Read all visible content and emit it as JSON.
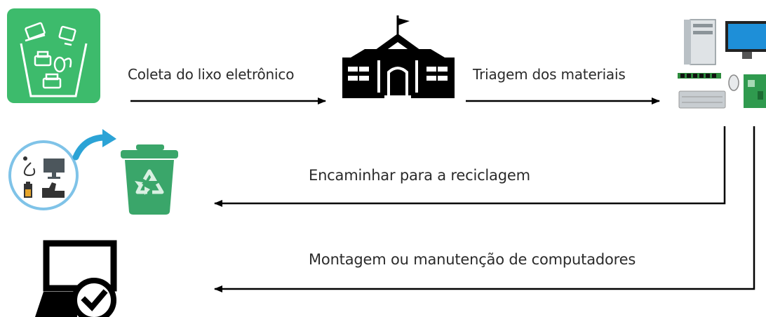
{
  "steps": {
    "coleta": "Coleta do lixo eletrônico",
    "triagem": "Triagem dos materiais",
    "reciclagem": "Encaminhar para a reciclagem",
    "montagem": "Montagem ou manutenção de computadores"
  },
  "icons": {
    "collection": "ewaste-bin-icon",
    "school": "school-building-icon",
    "components": "computer-components-icon",
    "devices": "electronic-devices-circle-icon",
    "recycle": "recycle-bin-icon",
    "laptop": "laptop-check-icon"
  },
  "colors": {
    "green_tile": "#3dbb6c",
    "recycle_bin": "#3aa66a",
    "teal_arrow": "#2ba3d6",
    "text": "#2b2b2b",
    "line": "#000000"
  }
}
